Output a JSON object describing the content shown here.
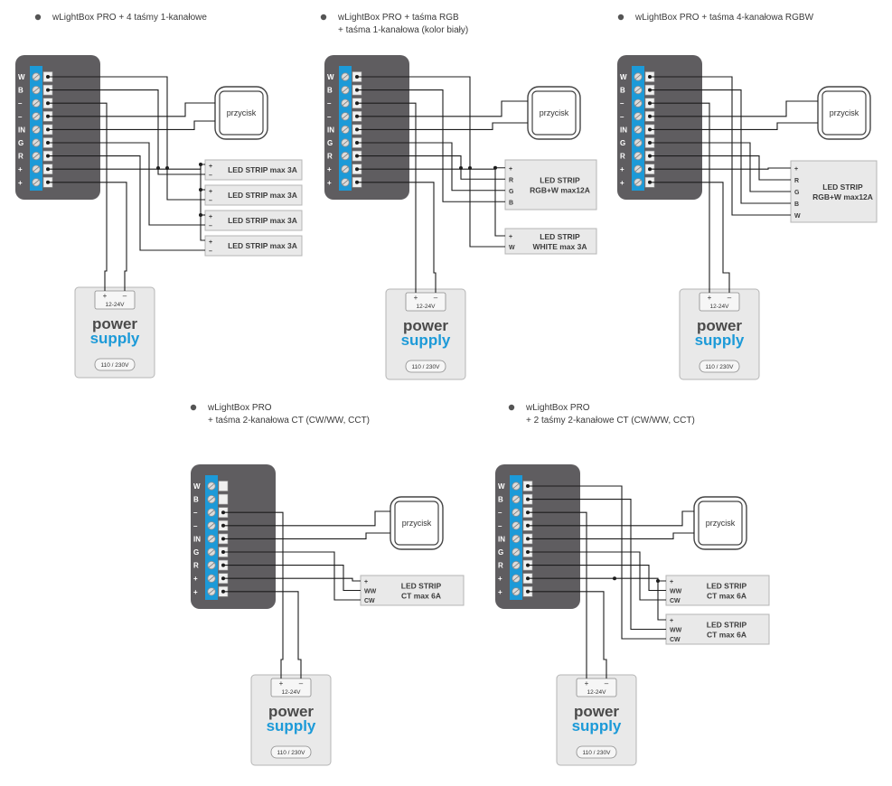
{
  "titles": {
    "d1": [
      "wLightBox PRO + 4 taśmy 1-kanałowe"
    ],
    "d2": [
      "wLightBox PRO + taśma RGB",
      "+ taśma 1-kanałowa (kolor biały)"
    ],
    "d3": [
      "wLightBox PRO + taśma 4-kanałowa RGBW"
    ],
    "d4": [
      "wLightBox PRO",
      "+ taśma 2-kanałowa CT (CW/WW, CCT)"
    ],
    "d5": [
      "wLightBox PRO",
      "+ 2 taśmy 2-kanałowe CT (CW/WW, CCT)"
    ]
  },
  "controller_pins": [
    "W",
    "B",
    "–",
    "–",
    "IN",
    "G",
    "R",
    "+",
    "+"
  ],
  "button_label": "przycisk",
  "power_supply": {
    "plus": "+",
    "minus": "–",
    "voltage": "12-24V",
    "word1": "power",
    "word2": "supply",
    "mains": "110 / 230V"
  },
  "strips": {
    "single": "LED STRIP max 3A",
    "rgbw_line1": "LED STRIP",
    "rgbw_line2": "RGB+W max12A",
    "white_line1": "LED STRIP",
    "white_line2": "WHITE max 3A",
    "ct_line1": "LED STRIP",
    "ct_line2": "CT max 6A"
  },
  "strip_pins": {
    "single": [
      "+",
      "–"
    ],
    "rgb": [
      "+",
      "R",
      "G",
      "B"
    ],
    "white": [
      "+",
      "W"
    ],
    "rgbw": [
      "+",
      "R",
      "G",
      "B",
      "W"
    ],
    "ct": [
      "+",
      "WW",
      "CW"
    ]
  },
  "colors": {
    "terminal_blue": "#1c9ad8",
    "controller_gray": "#5f5d60",
    "wire": "#1c1c1c",
    "supply_blue": "#1c9ad8",
    "supply_dark": "#4a4a4a"
  }
}
